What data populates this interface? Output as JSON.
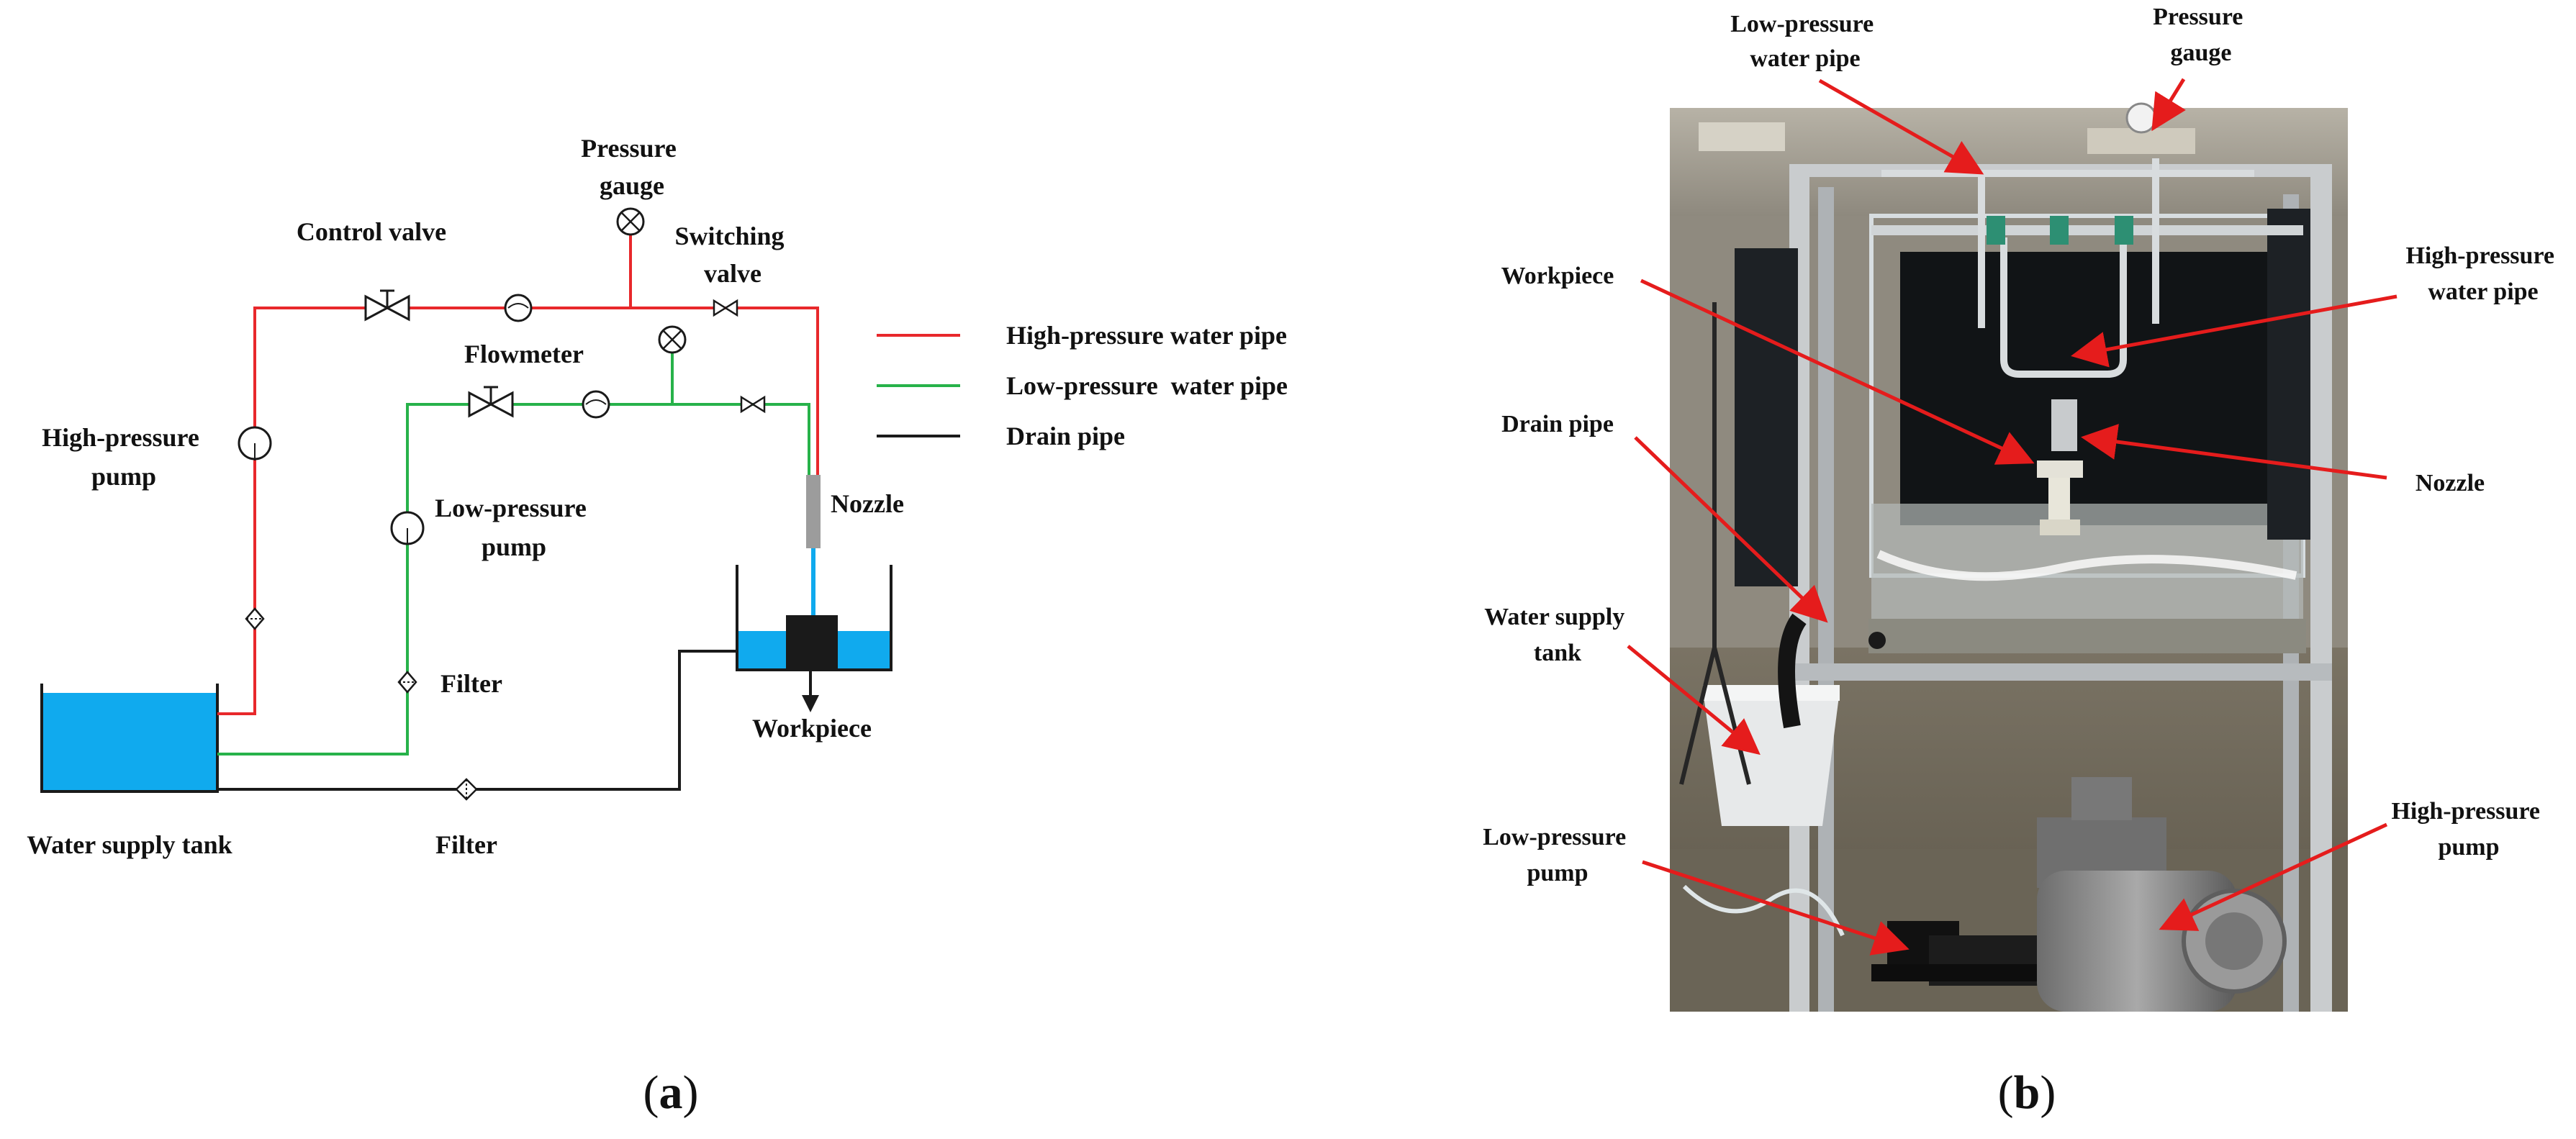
{
  "colors": {
    "high_pressure": "#e8282b",
    "low_pressure": "#27b24a",
    "drain": "#1a1a1a",
    "water": "#10aaee",
    "arrow": "#e51c1c"
  },
  "panel_a": {
    "caption_open": "(",
    "caption_letter": "a",
    "caption_close": ")",
    "labels": {
      "pressure_gauge_line1": "Pressure",
      "pressure_gauge_line2": "gauge",
      "control_valve": "Control valve",
      "switching_valve_line1": "Switching",
      "switching_valve_line2": "valve",
      "flowmeter": "Flowmeter",
      "high_pressure_pump_line1": "High-pressure",
      "high_pressure_pump_line2": "pump",
      "low_pressure_pump_line1": "Low-pressure",
      "low_pressure_pump_line2": "pump",
      "nozzle": "Nozzle",
      "filter_low": "Filter",
      "filter_drain": "Filter",
      "workpiece": "Workpiece",
      "water_supply_tank": "Water supply tank"
    },
    "legend": [
      {
        "label": "High-pressure water pipe",
        "color": "#e8282b"
      },
      {
        "label": "Low-pressure  water pipe",
        "color": "#27b24a"
      },
      {
        "label": "Drain pipe",
        "color": "#1a1a1a"
      }
    ]
  },
  "panel_b": {
    "caption_open": "(",
    "caption_letter": "b",
    "caption_close": ")",
    "labels": {
      "low_pressure_water_pipe_line1": "Low-pressure",
      "low_pressure_water_pipe_line2": "water pipe",
      "pressure_gauge_line1": "Pressure",
      "pressure_gauge_line2": "gauge",
      "workpiece": "Workpiece",
      "high_pressure_water_pipe_line1": "High-pressure",
      "high_pressure_water_pipe_line2": "water pipe",
      "drain_pipe": "Drain pipe",
      "nozzle": "Nozzle",
      "water_supply_tank_line1": "Water supply",
      "water_supply_tank_line2": "tank",
      "low_pressure_pump_line1": "Low-pressure",
      "low_pressure_pump_line2": "pump",
      "high_pressure_pump_line1": "High-pressure",
      "high_pressure_pump_line2": "pump"
    }
  }
}
